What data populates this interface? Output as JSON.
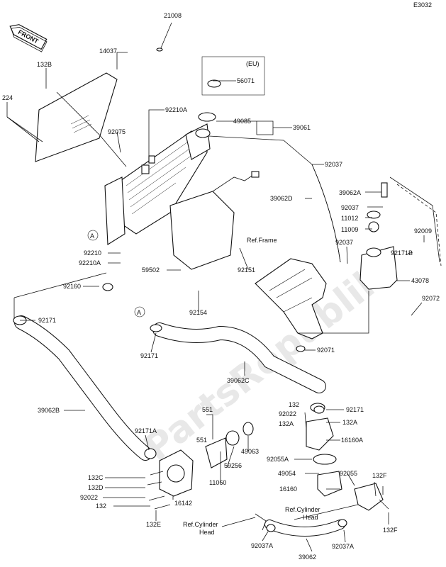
{
  "diagram_code": "E3032",
  "front_badge": "FRONT",
  "watermark": "PartsRepublik",
  "eu_box_label": "(EU)",
  "ref_frame": "Ref.Frame",
  "ref_cyl_1": [
    "Ref.Cylinder",
    "Head"
  ],
  "ref_cyl_2": [
    "Ref.Cylinder",
    "Head"
  ],
  "circle_a_1": "A",
  "circle_a_2": "A",
  "parts": {
    "p21008": "21008",
    "p14037": "14037",
    "p132b": "132B",
    "p224": "224",
    "p56071": "56071",
    "p92210a_top": "92210A",
    "p49085": "49085",
    "p39061": "39061",
    "p92075": "92075",
    "p92037_top": "92037",
    "p39062d": "39062D",
    "p39062a": "39062A",
    "p92037_mid": "92037",
    "p11012": "11012",
    "p11009": "11009",
    "p92009": "92009",
    "p92037_low": "92037",
    "p92171b": "92171B",
    "p92210": "92210",
    "p92210a_low": "92210A",
    "p59502": "59502",
    "p92151": "92151",
    "p43078": "43078",
    "p92160": "92160",
    "p92154": "92154",
    "p92072": "92072",
    "p92171_left": "92171",
    "p92171_mid": "92171",
    "p92071": "92071",
    "p39062c": "39062C",
    "p39062b": "39062B",
    "p132_right": "132",
    "p92022_right": "92022",
    "p132a_left": "132A",
    "p92171_right": "92171",
    "p132a_right": "132A",
    "p551_top": "551",
    "p551_low": "551",
    "p49063": "49063",
    "p16160a": "16160A",
    "p92171a": "92171A",
    "p59256": "59256",
    "p92055a": "92055A",
    "p11060": "11060",
    "p49054": "49054",
    "p92055": "92055",
    "p132f_top": "132F",
    "p132c": "132C",
    "p132d": "132D",
    "p16160": "16160",
    "p92022_left": "92022",
    "p16142": "16142",
    "p132_left": "132",
    "p132e": "132E",
    "p132f_low": "132F",
    "p92037a_left": "92037A",
    "p92037a_right": "92037A",
    "p39062_bottom": "39062"
  }
}
